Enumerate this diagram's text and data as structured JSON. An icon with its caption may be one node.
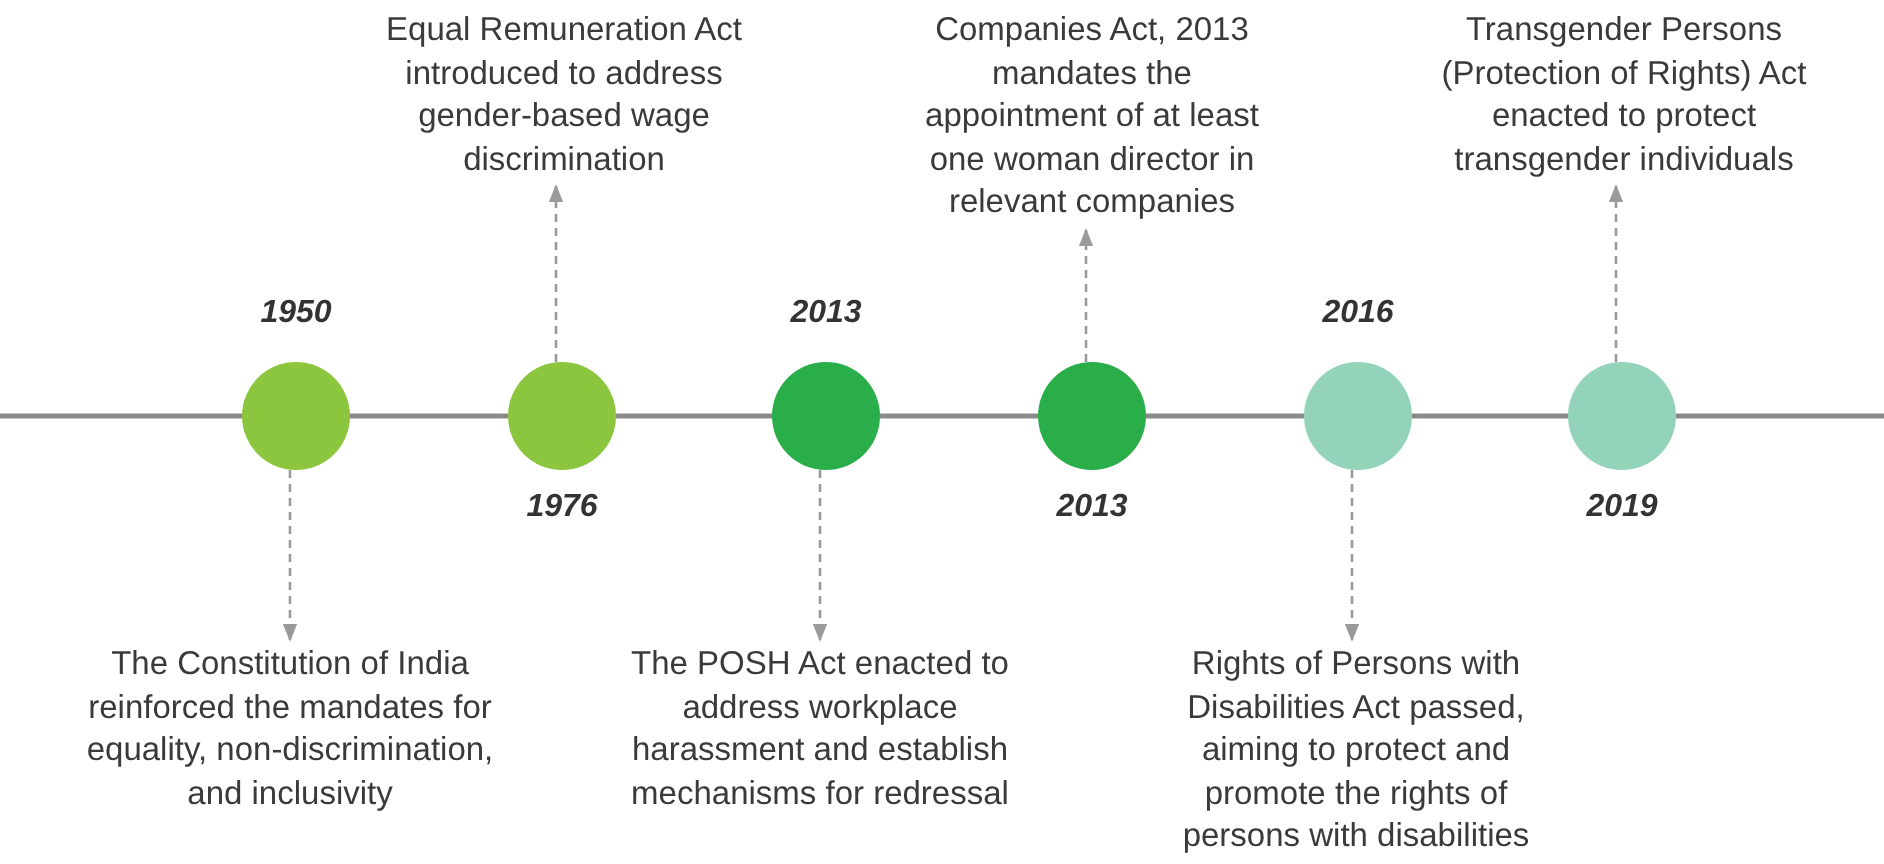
{
  "diagram": {
    "nodes": [
      {
        "text": [],
        "shape": "circle",
        "beside": [
          "1950"
        ]
      },
      {
        "text": [],
        "shape": "circle",
        "beside": [
          "1976"
        ]
      },
      {
        "text": [],
        "shape": "circle",
        "beside": [
          "2013"
        ]
      },
      {
        "text": [],
        "shape": "circle",
        "beside": [
          "2013"
        ]
      },
      {
        "text": [],
        "shape": "circle",
        "beside": [
          "2016"
        ]
      },
      {
        "text": [],
        "shape": "circle",
        "beside": [
          "2019"
        ]
      },
      {
        "text": [
          "The Constitution of India reinforced the mandates for equality, non-discrimination, and inclusivity"
        ]
      },
      {
        "text": [
          "Equal Remuneration Act introduced to address gender-based wage discrimination"
        ]
      },
      {
        "text": [
          "The POSH Act enacted to address workplace harassment and establish mechanisms for redressal"
        ]
      },
      {
        "text": [
          "Companies Act, 2013 mandates the appointment of at least one woman director in relevant companies"
        ]
      },
      {
        "text": [
          "Rights of Persons with Disabilities Act passed, aiming to protect and promote the rights of persons with disabilities"
        ]
      },
      {
        "text": [
          "Transgender Persons (Protection of Rights) Act enacted to protect transgender individuals"
        ]
      }
    ],
    "edges": [
      {
        "from": 0,
        "to": 1,
        "arrow": "none"
      },
      {
        "from": 1,
        "to": 2,
        "arrow": "none"
      },
      {
        "from": 2,
        "to": 3,
        "arrow": "none"
      },
      {
        "from": 3,
        "to": 4,
        "arrow": "none"
      },
      {
        "from": 4,
        "to": 5,
        "arrow": "none"
      },
      {
        "from": 0,
        "to": 6,
        "arrow": "to",
        "style": "dashed"
      },
      {
        "from": 1,
        "to": 7,
        "arrow": "to",
        "style": "dashed"
      },
      {
        "from": 2,
        "to": 8,
        "arrow": "to",
        "style": "dashed"
      },
      {
        "from": 3,
        "to": 9,
        "arrow": "to",
        "style": "dashed"
      },
      {
        "from": 4,
        "to": 10,
        "arrow": "to",
        "style": "dashed"
      },
      {
        "from": 5,
        "to": 11,
        "arrow": "to",
        "style": "dashed"
      }
    ]
  }
}
